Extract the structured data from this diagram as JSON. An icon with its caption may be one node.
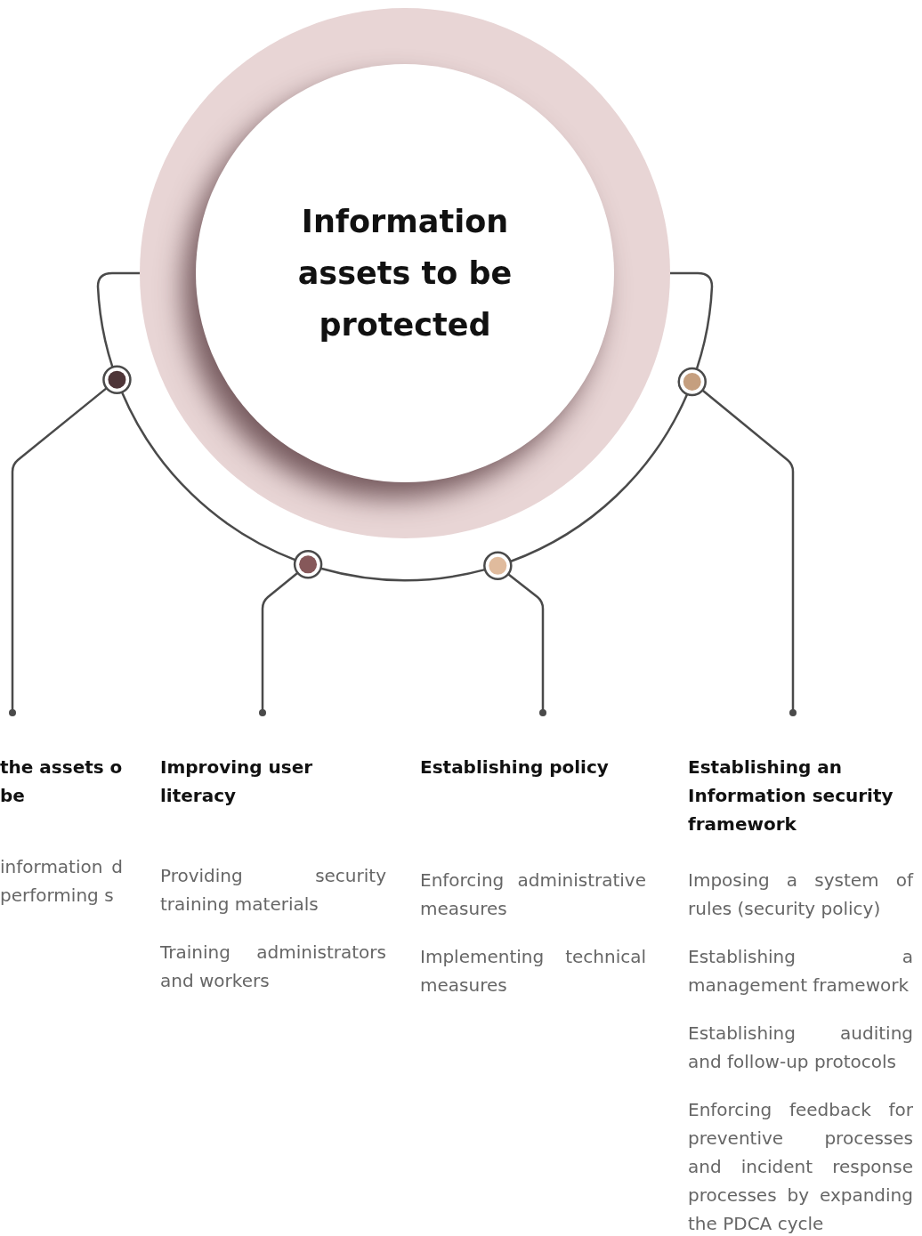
{
  "diagram": {
    "nodes": [
      {
        "text": [
          "Information assets to be protected"
        ]
      },
      {
        "text": [],
        "shape": "circle"
      },
      {
        "text": [],
        "shape": "circle"
      },
      {
        "text": [],
        "shape": "circle"
      },
      {
        "text": [],
        "shape": "circle"
      },
      {
        "text": [
          "the assets o be",
          "information d performing s"
        ]
      },
      {
        "text": [
          "Improving user literacy",
          "Providing security training materials",
          "Training administrators and workers"
        ]
      },
      {
        "text": [
          "Establishing policy",
          "Enforcing administrative measures",
          "Implementing technical measures"
        ]
      },
      {
        "text": [
          "Establishing an Information security framework",
          "Imposing a system of rules (security policy)",
          "Establishing a management framework",
          "Establishing auditing and follow-up protocols",
          "Enforcing feedback for preventive processes and incident response processes by expanding the PDCA cycle"
        ]
      }
    ],
    "edges": [
      {
        "from": 0,
        "to": 1,
        "arrow": "none"
      },
      {
        "from": 1,
        "to": 2,
        "arrow": "none"
      },
      {
        "from": 2,
        "to": 3,
        "arrow": "none"
      },
      {
        "from": 3,
        "to": 4,
        "arrow": "none"
      },
      {
        "from": 4,
        "to": 0,
        "arrow": "none"
      },
      {
        "from": 1,
        "to": 5,
        "arrow": "other"
      },
      {
        "from": 2,
        "to": 6,
        "arrow": "other"
      },
      {
        "from": 3,
        "to": 7,
        "arrow": "other"
      },
      {
        "from": 4,
        "to": 8,
        "arrow": "other"
      }
    ]
  }
}
